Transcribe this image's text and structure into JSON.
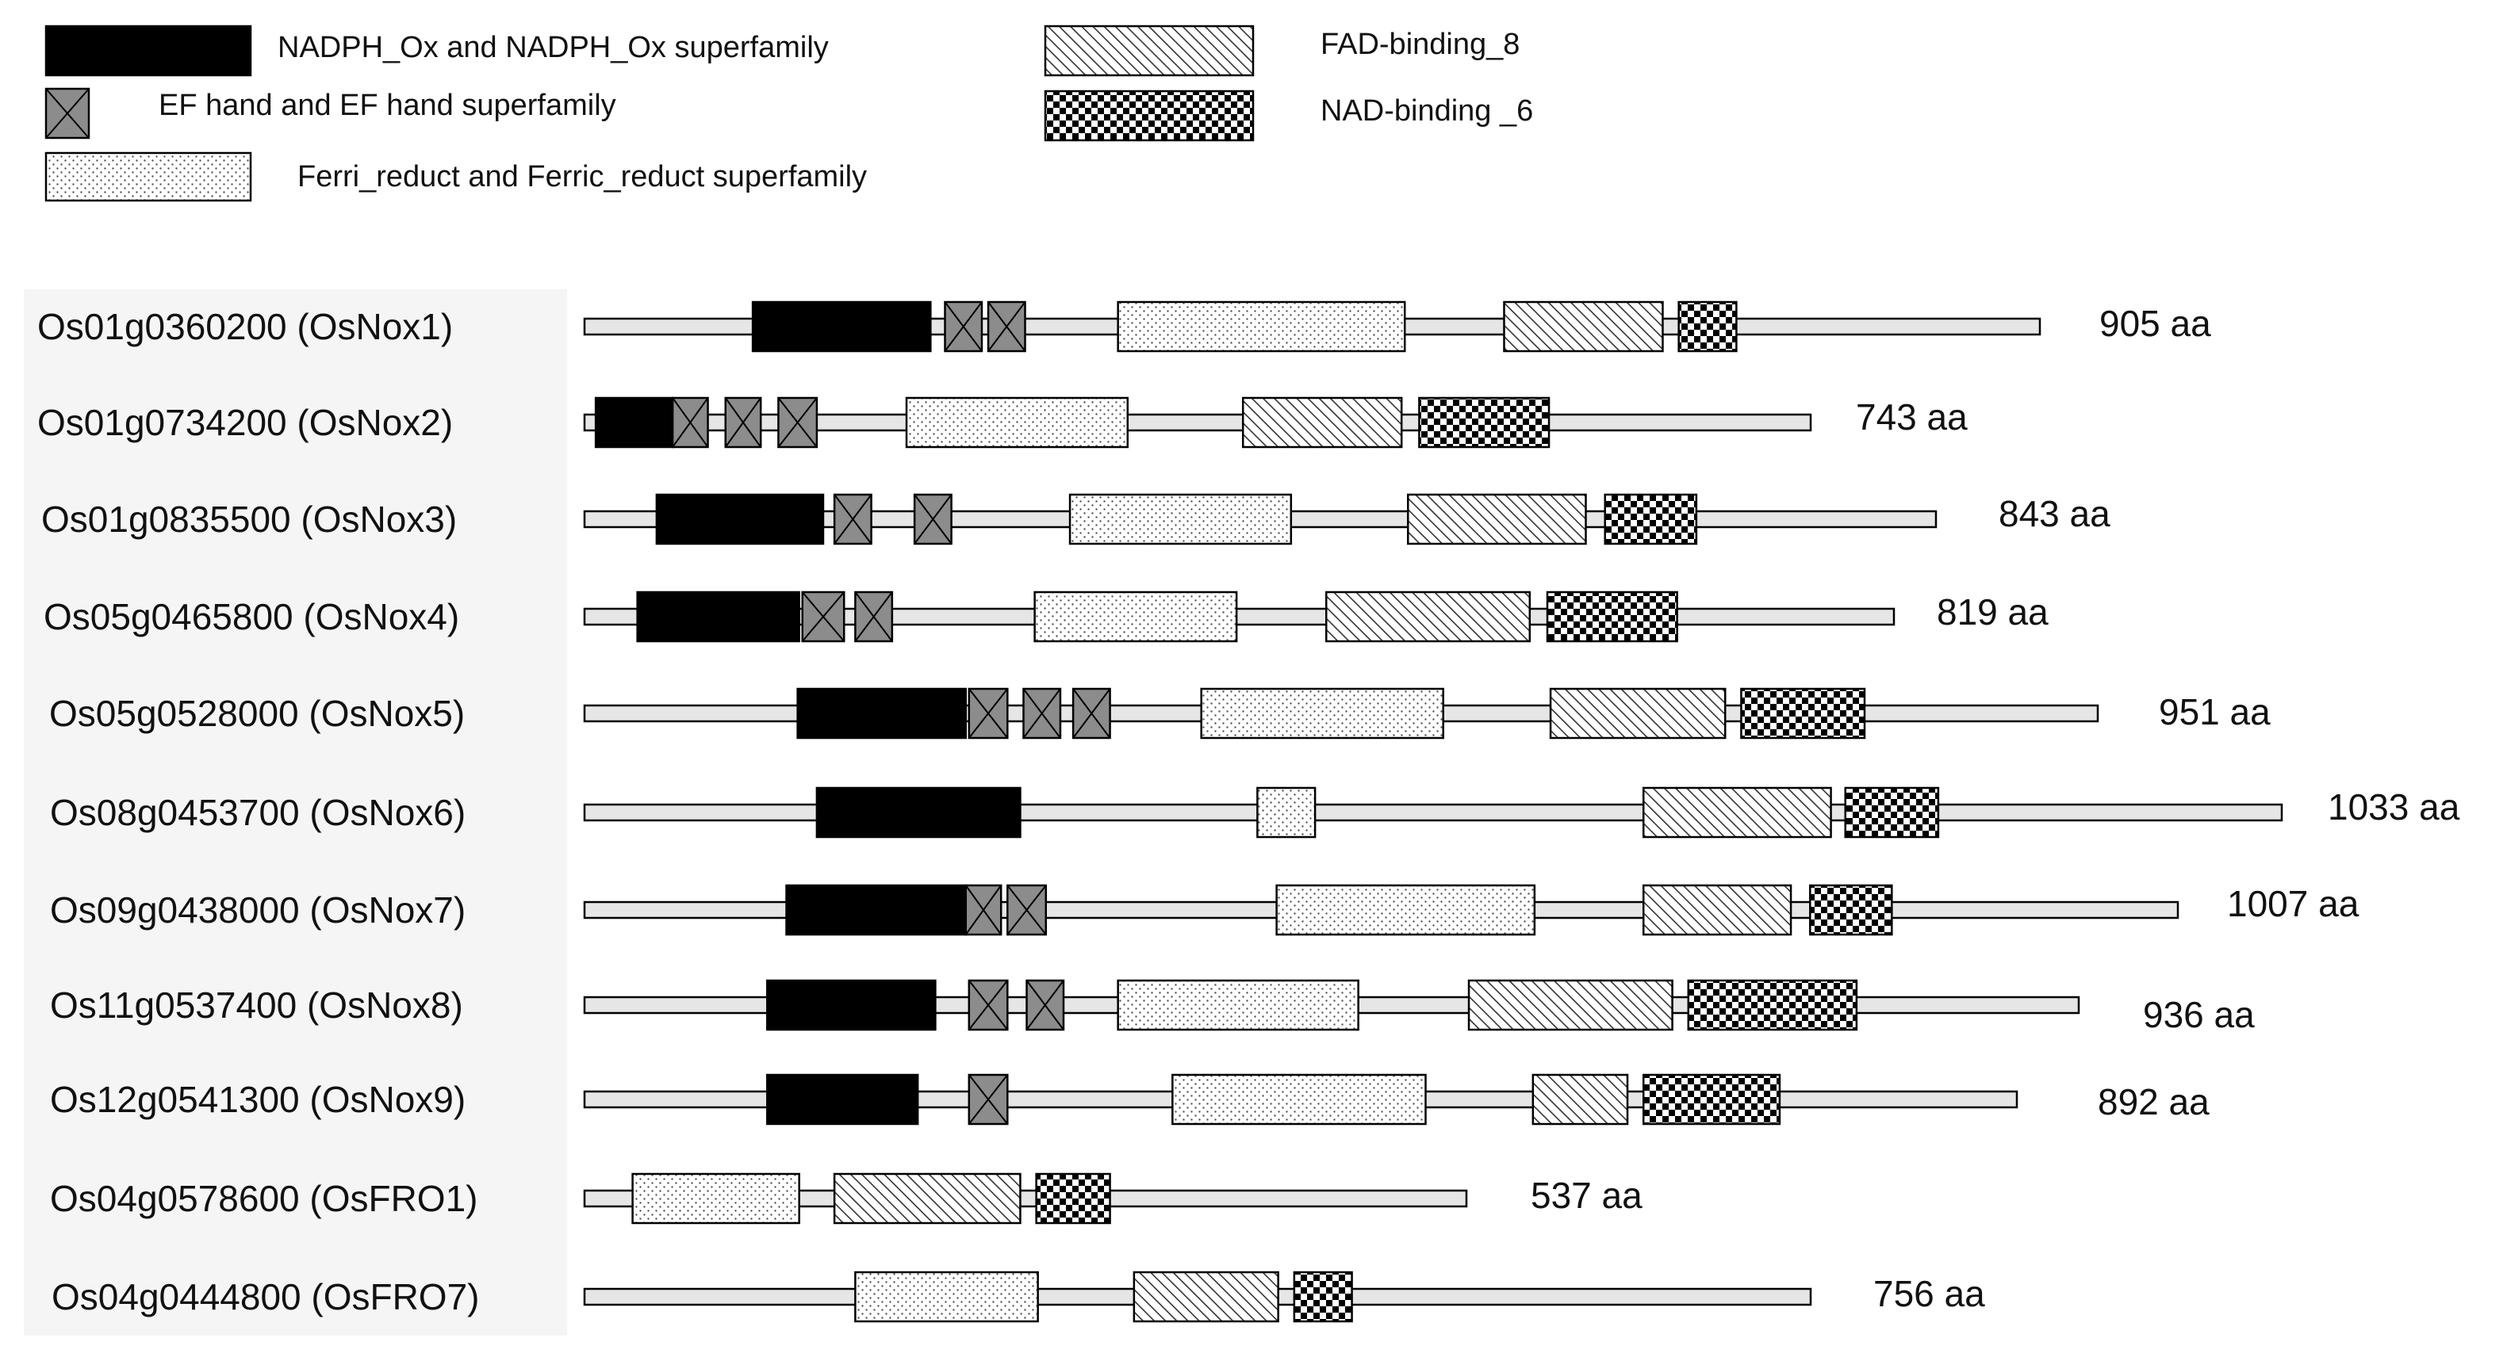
{
  "legend": [
    {
      "key": "nadph",
      "label": "NADPH_Ox and NADPH_Ox superfamily"
    },
    {
      "key": "ef",
      "label": "EF hand and EF hand superfamily"
    },
    {
      "key": "ferri",
      "label": "Ferri_reduct and Ferric_reduct superfamily"
    },
    {
      "key": "fad",
      "label": "FAD-binding_8"
    },
    {
      "key": "nad",
      "label": "NAD-binding _6"
    }
  ],
  "proteins": [
    {
      "name": "Os01g0360200 (OsNox1)",
      "length_label": "905 aa",
      "domains": [
        {
          "type": "nadph",
          "start": 105,
          "end": 216
        },
        {
          "type": "ef",
          "start": 225,
          "end": 248
        },
        {
          "type": "ef",
          "start": 252,
          "end": 275
        },
        {
          "type": "ferri",
          "start": 333,
          "end": 512
        },
        {
          "type": "fad",
          "start": 574,
          "end": 673
        },
        {
          "type": "nad",
          "start": 683,
          "end": 719
        }
      ]
    },
    {
      "name": "Os01g0734200 (OsNox2)",
      "length_label": "743 aa",
      "domains": [
        {
          "type": "nadph",
          "start": 7,
          "end": 55
        },
        {
          "type": "ef",
          "start": 55,
          "end": 77
        },
        {
          "type": "ef",
          "start": 88,
          "end": 110
        },
        {
          "type": "ef",
          "start": 121,
          "end": 145
        },
        {
          "type": "ferri",
          "start": 201,
          "end": 339
        },
        {
          "type": "fad",
          "start": 411,
          "end": 510
        },
        {
          "type": "nad",
          "start": 521,
          "end": 602
        }
      ]
    },
    {
      "name": "Os01g0835500 (OsNox3)",
      "length_label": "843 aa",
      "domains": [
        {
          "type": "nadph",
          "start": 45,
          "end": 149
        },
        {
          "type": "ef",
          "start": 156,
          "end": 179
        },
        {
          "type": "ef",
          "start": 206,
          "end": 229
        },
        {
          "type": "ferri",
          "start": 303,
          "end": 441
        },
        {
          "type": "fad",
          "start": 514,
          "end": 625
        },
        {
          "type": "nad",
          "start": 637,
          "end": 694
        }
      ]
    },
    {
      "name": "Os05g0465800 (OsNox4)",
      "length_label": "819 aa",
      "domains": [
        {
          "type": "nadph",
          "start": 33,
          "end": 134
        },
        {
          "type": "ef",
          "start": 136,
          "end": 162
        },
        {
          "type": "ef",
          "start": 169,
          "end": 192
        },
        {
          "type": "ferri",
          "start": 281,
          "end": 407
        },
        {
          "type": "fad",
          "start": 463,
          "end": 590
        },
        {
          "type": "nad",
          "start": 601,
          "end": 682
        }
      ]
    },
    {
      "name": "Os05g0528000 (OsNox5)",
      "length_label": "951 aa",
      "domains": [
        {
          "type": "nadph",
          "start": 133,
          "end": 238
        },
        {
          "type": "ef",
          "start": 240,
          "end": 264
        },
        {
          "type": "ef",
          "start": 274,
          "end": 297
        },
        {
          "type": "ef",
          "start": 305,
          "end": 328
        },
        {
          "type": "ferri",
          "start": 385,
          "end": 536
        },
        {
          "type": "fad",
          "start": 603,
          "end": 712
        },
        {
          "type": "nad",
          "start": 722,
          "end": 799
        }
      ]
    },
    {
      "name": "Os08g0453700 (OsNox6)",
      "length_label": "1033 aa",
      "domains": [
        {
          "type": "nadph",
          "start": 145,
          "end": 272
        },
        {
          "type": "ferri",
          "start": 420,
          "end": 456
        },
        {
          "type": "fad",
          "start": 661,
          "end": 778
        },
        {
          "type": "nad",
          "start": 787,
          "end": 845
        }
      ]
    },
    {
      "name": "Os09g0438000 (OsNox7)",
      "length_label": "1007 aa",
      "domains": [
        {
          "type": "nadph",
          "start": 126,
          "end": 238
        },
        {
          "type": "ef",
          "start": 238,
          "end": 260
        },
        {
          "type": "ef",
          "start": 264,
          "end": 288
        },
        {
          "type": "ferri",
          "start": 432,
          "end": 593
        },
        {
          "type": "fad",
          "start": 661,
          "end": 753
        },
        {
          "type": "nad",
          "start": 765,
          "end": 816
        }
      ]
    },
    {
      "name": "Os11g0537400 (OsNox8)",
      "length_label": "936 aa",
      "domains": [
        {
          "type": "nadph",
          "start": 114,
          "end": 219
        },
        {
          "type": "ef",
          "start": 240,
          "end": 264
        },
        {
          "type": "ef",
          "start": 276,
          "end": 299
        },
        {
          "type": "ferri",
          "start": 333,
          "end": 483
        },
        {
          "type": "fad",
          "start": 552,
          "end": 679
        },
        {
          "type": "nad",
          "start": 689,
          "end": 794
        }
      ]
    },
    {
      "name": "Os12g0541300 (OsNox9)",
      "length_label": "892 aa",
      "domains": [
        {
          "type": "nadph",
          "start": 114,
          "end": 208
        },
        {
          "type": "ef",
          "start": 240,
          "end": 264
        },
        {
          "type": "ferri",
          "start": 367,
          "end": 525
        },
        {
          "type": "fad",
          "start": 592,
          "end": 651
        },
        {
          "type": "nad",
          "start": 661,
          "end": 746
        }
      ]
    },
    {
      "name": "Os04g0578600 (OsFRO1)",
      "length_label": "537 aa",
      "domains": [
        {
          "type": "ferri",
          "start": 30,
          "end": 134
        },
        {
          "type": "fad",
          "start": 156,
          "end": 272
        },
        {
          "type": "nad",
          "start": 282,
          "end": 328
        }
      ]
    },
    {
      "name": "Os04g0444800 (OsFRO7)",
      "length_label": "756 aa",
      "domains": [
        {
          "type": "ferri",
          "start": 169,
          "end": 283
        },
        {
          "type": "fad",
          "start": 343,
          "end": 433
        },
        {
          "type": "nad",
          "start": 443,
          "end": 479
        }
      ]
    }
  ]
}
